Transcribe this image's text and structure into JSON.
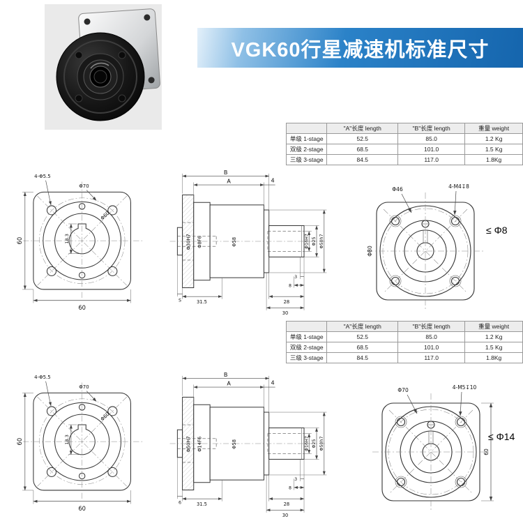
{
  "title": "VGK60行星减速机标准尺寸",
  "colors": {
    "banner_blue": "#1f77c2",
    "line_color": "#333333"
  },
  "table": {
    "col_headers": [
      "",
      "\"A\"长度 length",
      "\"B\"长度 length",
      "重量 weight"
    ],
    "rows": [
      {
        "stage": "单级 1-stage",
        "a": "52.5",
        "b": "85.0",
        "weight": "1.2 Kg"
      },
      {
        "stage": "双级 2-stage",
        "a": "68.5",
        "b": "101.0",
        "weight": "1.5 Kg"
      },
      {
        "stage": "三级 3-stage",
        "a": "84.5",
        "b": "117.0",
        "weight": "1.8Kg"
      }
    ]
  },
  "row1": {
    "front": {
      "corner_holes": "4-Φ5.5",
      "bolt_circle": "Φ70",
      "body_circle": "Φ60",
      "side_height": "60",
      "keyway_height": "18.3",
      "bottom_width": "60"
    },
    "side": {
      "dim_b": "B",
      "dim_a": "A",
      "dim_end": "4",
      "motor_pilot": "Φ30H7",
      "input_bore": "Φ8F6",
      "body_dia": "Φ58",
      "output_bore": "Φ16H7",
      "shaft_dia": "Φ25",
      "pilot_dia": "Φ50h7",
      "boss_len": "S",
      "flange_len": "31.5",
      "shaft_len": "28",
      "output_len": "30",
      "groove_len": "3",
      "step_len": "8"
    },
    "back": {
      "screw_callout": "4-M4↧8",
      "bolt_circle": "Φ46",
      "side_label": "Φ80",
      "shaft_note": "≤ Φ8"
    }
  },
  "row2": {
    "front": {
      "corner_holes": "4-Φ5.5",
      "bolt_circle": "Φ70",
      "body_circle": "Φ60",
      "side_height": "60",
      "keyway_height": "18.3",
      "bottom_width": "60"
    },
    "side": {
      "dim_b": "B",
      "dim_a": "A",
      "dim_end": "4",
      "motor_pilot": "Φ50H7",
      "input_bore": "Φ14F6",
      "body_dia": "Φ58",
      "output_bore": "Φ16H7",
      "shaft_dia": "Φ25",
      "pilot_dia": "Φ50h7",
      "boss_len": "6",
      "flange_len": "31.5",
      "shaft_len": "28",
      "output_len": "30",
      "groove_len": "3",
      "step_len": "8"
    },
    "back": {
      "screw_callout": "4-M5↧10",
      "bolt_circle": "Φ70",
      "height_dim": "60",
      "shaft_note": "≤ Φ14"
    }
  }
}
